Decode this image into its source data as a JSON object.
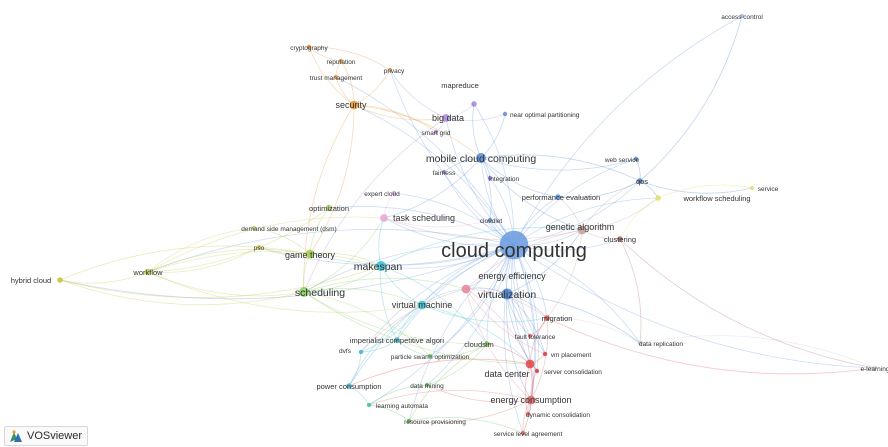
{
  "app": {
    "name": "VOSviewer"
  },
  "network": {
    "nodes": [
      {
        "id": "cloud-computing",
        "label": "cloud computing",
        "weight": 26,
        "color": "#6f9fe0"
      },
      {
        "id": "mobile-cloud-computing",
        "label": "mobile cloud computing",
        "weight": 9,
        "color": "#5b8fd6"
      },
      {
        "id": "virtualization",
        "label": "virtualization",
        "weight": 10,
        "color": "#4d87d4"
      },
      {
        "id": "energy-efficiency",
        "label": "energy efficiency",
        "weight": 8,
        "color": "#e58a9c"
      },
      {
        "id": "genetic-algorithm",
        "label": "genetic algorithm",
        "weight": 8,
        "color": "#c7a39b"
      },
      {
        "id": "makespan",
        "label": "makespan",
        "weight": 9,
        "color": "#40bfd6"
      },
      {
        "id": "scheduling",
        "label": "scheduling",
        "weight": 9,
        "color": "#8fd06a"
      },
      {
        "id": "game-theory",
        "label": "game theory",
        "weight": 8,
        "color": "#a5cc52"
      },
      {
        "id": "security",
        "label": "security",
        "weight": 8,
        "color": "#e89a3a"
      },
      {
        "id": "task-scheduling",
        "label": "task scheduling",
        "weight": 7,
        "color": "#e6a9d9"
      },
      {
        "id": "virtual-machine",
        "label": "virtual machine",
        "weight": 8,
        "color": "#45c0cf"
      },
      {
        "id": "big-data",
        "label": "big data",
        "weight": 7,
        "color": "#b18ee0"
      },
      {
        "id": "data-center",
        "label": "data center",
        "weight": 8,
        "color": "#e24d4d"
      },
      {
        "id": "energy-consumption",
        "label": "energy consumption",
        "weight": 8,
        "color": "#e06a6a"
      },
      {
        "id": "workflow",
        "label": "workflow",
        "weight": 6,
        "color": "#c8cc55"
      },
      {
        "id": "hybrid-cloud",
        "label": "hybrid cloud",
        "weight": 5,
        "color": "#c9c23e"
      },
      {
        "id": "optimization",
        "label": "optimization",
        "weight": 6,
        "color": "#b4d27a"
      },
      {
        "id": "cryptography",
        "label": "cryptography",
        "weight": 4,
        "color": "#e08d35"
      },
      {
        "id": "reputation",
        "label": "reputation",
        "weight": 4,
        "color": "#e8a050"
      },
      {
        "id": "trust-management",
        "label": "trust management",
        "weight": 4,
        "color": "#e8a050"
      },
      {
        "id": "privacy",
        "label": "privacy",
        "weight": 4,
        "color": "#eaa85a"
      },
      {
        "id": "mapreduce",
        "label": "mapreduce",
        "weight": 5,
        "color": "#a78bd8"
      },
      {
        "id": "near-optimal-partitioning",
        "label": "near optimal partitioning",
        "weight": 4,
        "color": "#6a8fd0"
      },
      {
        "id": "smart-grid",
        "label": "smart grid",
        "weight": 4,
        "color": "#b48fde"
      },
      {
        "id": "fairness",
        "label": "fairness",
        "weight": 4,
        "color": "#9b82d4"
      },
      {
        "id": "integration",
        "label": "integration",
        "weight": 4,
        "color": "#8a78cf"
      },
      {
        "id": "performance-evaluation",
        "label": "performance evaluation",
        "weight": 5,
        "color": "#5a92d8"
      },
      {
        "id": "web-service",
        "label": "web service",
        "weight": 4,
        "color": "#4f86cc"
      },
      {
        "id": "qos",
        "label": "qos",
        "weight": 5,
        "color": "#4f86cc"
      },
      {
        "id": "workflow-scheduling",
        "label": "workflow scheduling",
        "weight": 5,
        "color": "#e0e06a"
      },
      {
        "id": "service",
        "label": "service",
        "weight": 4,
        "color": "#e8e07a"
      },
      {
        "id": "access-control",
        "label": "access control",
        "weight": 3,
        "color": "#9ab8e0"
      },
      {
        "id": "expert-cloud",
        "label": "expert cloud",
        "weight": 4,
        "color": "#d9a3e6"
      },
      {
        "id": "cloudlet",
        "label": "cloudlet",
        "weight": 4,
        "color": "#5f8fd6"
      },
      {
        "id": "clustering",
        "label": "clustering",
        "weight": 5,
        "color": "#b07070"
      },
      {
        "id": "demand-side-management",
        "label": "demand side management (dsm)",
        "weight": 4,
        "color": "#bfd070"
      },
      {
        "id": "pso",
        "label": "pso",
        "weight": 4,
        "color": "#cfd04a"
      },
      {
        "id": "migration",
        "label": "migration",
        "weight": 5,
        "color": "#e05c5c"
      },
      {
        "id": "fault-tolerance",
        "label": "fault tolerance",
        "weight": 4,
        "color": "#e26a6a"
      },
      {
        "id": "vm-placement",
        "label": "vm placement",
        "weight": 4,
        "color": "#d94444"
      },
      {
        "id": "server-consolidation",
        "label": "server consolidation",
        "weight": 4,
        "color": "#d94444"
      },
      {
        "id": "data-replication",
        "label": "data replication",
        "weight": 4,
        "color": "#cccccc"
      },
      {
        "id": "e-learning",
        "label": "e-learning",
        "weight": 3,
        "color": "#c8d2e0"
      },
      {
        "id": "imperialist-competitive-algorithm",
        "label": "imperialist competitive algori",
        "weight": 5,
        "color": "#3fb7c9"
      },
      {
        "id": "dvfs",
        "label": "dvfs",
        "weight": 4,
        "color": "#46b6d6"
      },
      {
        "id": "particle-swarm-optimization",
        "label": "particle swarm optimization",
        "weight": 4,
        "color": "#8ccf6e"
      },
      {
        "id": "cloudsim",
        "label": "cloudsim",
        "weight": 5,
        "color": "#7cc85a"
      },
      {
        "id": "power-consumption",
        "label": "power consumption",
        "weight": 5,
        "color": "#56b8d0"
      },
      {
        "id": "data-mining",
        "label": "data mining",
        "weight": 4,
        "color": "#5ec15e"
      },
      {
        "id": "learning-automata",
        "label": "learning automata",
        "weight": 4,
        "color": "#4fbfa8"
      },
      {
        "id": "resource-provisioning",
        "label": "resource provisioning",
        "weight": 4,
        "color": "#5abf4f"
      },
      {
        "id": "dynamic-consolidation",
        "label": "dynamic consolidation",
        "weight": 4,
        "color": "#e07a7a"
      },
      {
        "id": "service-level-agreement",
        "label": "service level agreement",
        "weight": 4,
        "color": "#e06a6a"
      }
    ],
    "links": [
      [
        "cloud-computing",
        "mobile-cloud-computing"
      ],
      [
        "cloud-computing",
        "virtualization"
      ],
      [
        "cloud-computing",
        "energy-efficiency"
      ],
      [
        "cloud-computing",
        "genetic-algorithm"
      ],
      [
        "cloud-computing",
        "makespan"
      ],
      [
        "cloud-computing",
        "scheduling"
      ],
      [
        "cloud-computing",
        "game-theory"
      ],
      [
        "cloud-computing",
        "security"
      ],
      [
        "cloud-computing",
        "task-scheduling"
      ],
      [
        "cloud-computing",
        "virtual-machine"
      ],
      [
        "cloud-computing",
        "big-data"
      ],
      [
        "cloud-computing",
        "data-center"
      ],
      [
        "cloud-computing",
        "energy-consumption"
      ],
      [
        "cloud-computing",
        "workflow"
      ],
      [
        "cloud-computing",
        "hybrid-cloud"
      ],
      [
        "cloud-computing",
        "optimization"
      ],
      [
        "cloud-computing",
        "privacy"
      ],
      [
        "cloud-computing",
        "mapreduce"
      ],
      [
        "cloud-computing",
        "performance-evaluation"
      ],
      [
        "cloud-computing",
        "qos"
      ],
      [
        "cloud-computing",
        "workflow-scheduling"
      ],
      [
        "cloud-computing",
        "clustering"
      ],
      [
        "cloud-computing",
        "migration"
      ],
      [
        "cloud-computing",
        "cloudsim"
      ],
      [
        "cloud-computing",
        "data-replication"
      ],
      [
        "cloud-computing",
        "e-learning"
      ],
      [
        "cloud-computing",
        "access-control"
      ],
      [
        "cloud-computing",
        "service-level-agreement"
      ],
      [
        "cloud-computing",
        "pso"
      ],
      [
        "cloud-computing",
        "trust-management"
      ],
      [
        "cloud-computing",
        "web-service"
      ],
      [
        "cloud-computing",
        "expert-cloud"
      ],
      [
        "cloud-computing",
        "cloudlet"
      ],
      [
        "cloud-computing",
        "integration"
      ],
      [
        "cloud-computing",
        "fairness"
      ],
      [
        "cloud-computing",
        "imperialist-competitive-algorithm"
      ],
      [
        "cloud-computing",
        "particle-swarm-optimization"
      ],
      [
        "cloud-computing",
        "vm-placement"
      ],
      [
        "cloud-computing",
        "server-consolidation"
      ],
      [
        "cloud-computing",
        "fault-tolerance"
      ],
      [
        "cloud-computing",
        "dynamic-consolidation"
      ],
      [
        "cloud-computing",
        "power-consumption"
      ],
      [
        "cloud-computing",
        "learning-automata"
      ],
      [
        "cloud-computing",
        "resource-provisioning"
      ],
      [
        "cloud-computing",
        "data-mining"
      ],
      [
        "cloud-computing",
        "dvfs"
      ],
      [
        "security",
        "cryptography"
      ],
      [
        "security",
        "reputation"
      ],
      [
        "security",
        "trust-management"
      ],
      [
        "security",
        "privacy"
      ],
      [
        "security",
        "mobile-cloud-computing"
      ],
      [
        "security",
        "big-data"
      ],
      [
        "security",
        "game-theory"
      ],
      [
        "security",
        "scheduling"
      ],
      [
        "security",
        "smart-grid"
      ],
      [
        "mobile-cloud-computing",
        "near-optimal-partitioning"
      ],
      [
        "mobile-cloud-computing",
        "mapreduce"
      ],
      [
        "mobile-cloud-computing",
        "fairness"
      ],
      [
        "mobile-cloud-computing",
        "integration"
      ],
      [
        "mobile-cloud-computing",
        "performance-evaluation"
      ],
      [
        "mobile-cloud-computing",
        "qos"
      ],
      [
        "mobile-cloud-computing",
        "web-service"
      ],
      [
        "mobile-cloud-computing",
        "cloudlet"
      ],
      [
        "mobile-cloud-computing",
        "genetic-algorithm"
      ],
      [
        "mobile-cloud-computing",
        "task-scheduling"
      ],
      [
        "big-data",
        "mapreduce"
      ],
      [
        "big-data",
        "smart-grid"
      ],
      [
        "big-data",
        "near-optimal-partitioning"
      ],
      [
        "big-data",
        "privacy"
      ],
      [
        "big-data",
        "scheduling"
      ],
      [
        "workflow",
        "hybrid-cloud"
      ],
      [
        "workflow",
        "scheduling"
      ],
      [
        "workflow",
        "game-theory"
      ],
      [
        "workflow",
        "optimization"
      ],
      [
        "workflow",
        "demand-side-management"
      ],
      [
        "workflow",
        "pso"
      ],
      [
        "workflow",
        "makespan"
      ],
      [
        "workflow",
        "virtual-machine"
      ],
      [
        "workflow",
        "task-scheduling"
      ],
      [
        "hybrid-cloud",
        "scheduling"
      ],
      [
        "hybrid-cloud",
        "game-theory"
      ],
      [
        "hybrid-cloud",
        "makespan"
      ],
      [
        "game-theory",
        "optimization"
      ],
      [
        "game-theory",
        "demand-side-management"
      ],
      [
        "game-theory",
        "pso"
      ],
      [
        "game-theory",
        "scheduling"
      ],
      [
        "game-theory",
        "makespan"
      ],
      [
        "scheduling",
        "makespan"
      ],
      [
        "scheduling",
        "virtual-machine"
      ],
      [
        "scheduling",
        "cloudsim"
      ],
      [
        "scheduling",
        "particle-swarm-optimization"
      ],
      [
        "scheduling",
        "task-scheduling"
      ],
      [
        "scheduling",
        "energy-efficiency"
      ],
      [
        "scheduling",
        "data-center"
      ],
      [
        "makespan",
        "task-scheduling"
      ],
      [
        "makespan",
        "virtual-machine"
      ],
      [
        "makespan",
        "genetic-algorithm"
      ],
      [
        "makespan",
        "imperialist-competitive-algorithm"
      ],
      [
        "makespan",
        "cloudsim"
      ],
      [
        "virtual-machine",
        "imperialist-competitive-algorithm"
      ],
      [
        "virtual-machine",
        "dvfs"
      ],
      [
        "virtual-machine",
        "power-consumption"
      ],
      [
        "virtual-machine",
        "energy-efficiency"
      ],
      [
        "virtual-machine",
        "migration"
      ],
      [
        "virtual-machine",
        "data-center"
      ],
      [
        "virtualization",
        "energy-efficiency"
      ],
      [
        "virtualization",
        "migration"
      ],
      [
        "virtualization",
        "fault-tolerance"
      ],
      [
        "virtualization",
        "vm-placement"
      ],
      [
        "virtualization",
        "server-consolidation"
      ],
      [
        "virtualization",
        "data-center"
      ],
      [
        "virtualization",
        "energy-consumption"
      ],
      [
        "virtualization",
        "data-replication"
      ],
      [
        "virtualization",
        "genetic-algorithm"
      ],
      [
        "energy-efficiency",
        "data-center"
      ],
      [
        "energy-efficiency",
        "energy-consumption"
      ],
      [
        "energy-efficiency",
        "migration"
      ],
      [
        "energy-efficiency",
        "vm-placement"
      ],
      [
        "energy-efficiency",
        "genetic-algorithm"
      ],
      [
        "energy-efficiency",
        "dvfs"
      ],
      [
        "data-center",
        "energy-consumption"
      ],
      [
        "data-center",
        "vm-placement"
      ],
      [
        "data-center",
        "server-consolidation"
      ],
      [
        "data-center",
        "dynamic-consolidation"
      ],
      [
        "data-center",
        "service-level-agreement"
      ],
      [
        "data-center",
        "cloudsim"
      ],
      [
        "data-center",
        "migration"
      ],
      [
        "data-center",
        "power-consumption"
      ],
      [
        "energy-consumption",
        "dynamic-consolidation"
      ],
      [
        "energy-consumption",
        "service-level-agreement"
      ],
      [
        "energy-consumption",
        "resource-provisioning"
      ],
      [
        "energy-consumption",
        "learning-automata"
      ],
      [
        "energy-consumption",
        "data-mining"
      ],
      [
        "energy-consumption",
        "migration"
      ],
      [
        "energy-consumption",
        "server-consolidation"
      ],
      [
        "genetic-algorithm",
        "clustering"
      ],
      [
        "genetic-algorithm",
        "qos"
      ],
      [
        "genetic-algorithm",
        "workflow-scheduling"
      ],
      [
        "genetic-algorithm",
        "task-scheduling"
      ],
      [
        "genetic-algorithm",
        "performance-evaluation"
      ],
      [
        "genetic-algorithm",
        "migration"
      ],
      [
        "qos",
        "web-service"
      ],
      [
        "qos",
        "workflow-scheduling"
      ],
      [
        "qos",
        "service"
      ],
      [
        "qos",
        "performance-evaluation"
      ],
      [
        "qos",
        "access-control"
      ],
      [
        "workflow-scheduling",
        "service"
      ],
      [
        "workflow-scheduling",
        "clustering"
      ],
      [
        "data-replication",
        "e-learning"
      ],
      [
        "data-replication",
        "migration"
      ],
      [
        "migration",
        "fault-tolerance"
      ],
      [
        "migration",
        "e-learning"
      ],
      [
        "power-consumption",
        "learning-automata"
      ],
      [
        "power-consumption",
        "dvfs"
      ],
      [
        "cloudsim",
        "particle-swarm-optimization"
      ],
      [
        "cloudsim",
        "resource-provisioning"
      ],
      [
        "cloudsim",
        "data-mining"
      ],
      [
        "resource-provisioning",
        "learning-automata"
      ],
      [
        "resource-provisioning",
        "service-level-agreement"
      ],
      [
        "data-mining",
        "learning-automata"
      ],
      [
        "imperialist-competitive-algorithm",
        "dvfs"
      ],
      [
        "imperialist-competitive-algorithm",
        "particle-swarm-optimization"
      ],
      [
        "task-scheduling",
        "expert-cloud"
      ],
      [
        "task-scheduling",
        "cloudlet"
      ],
      [
        "trust-management",
        "reputation"
      ],
      [
        "cryptography",
        "reputation"
      ],
      [
        "cryptography",
        "privacy"
      ],
      [
        "clustering",
        "e-learning"
      ],
      [
        "clustering",
        "data-replication"
      ]
    ]
  }
}
